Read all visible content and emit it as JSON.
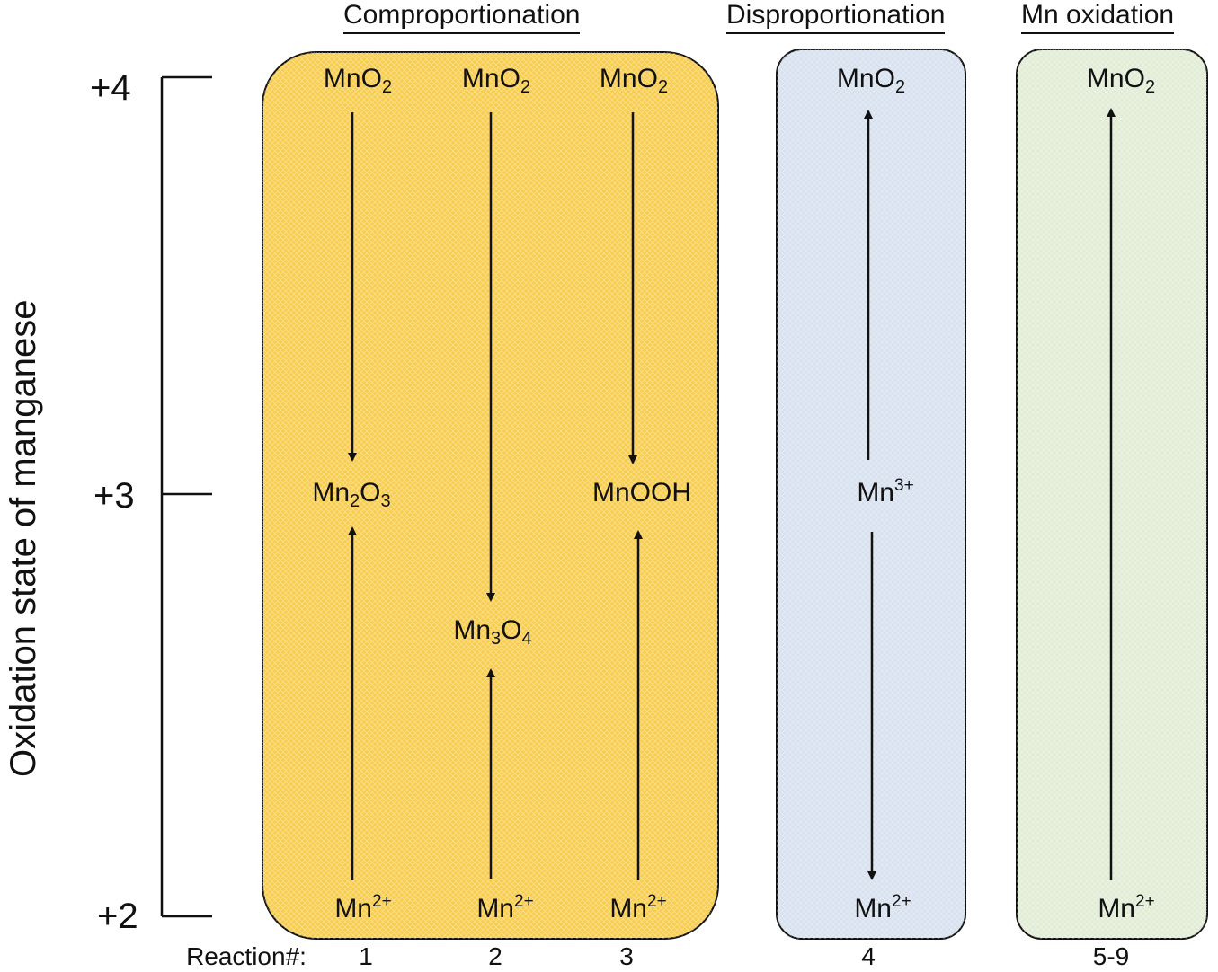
{
  "headings": {
    "comproportionation": "Comproportionation",
    "disproportionation": "Disproportionation",
    "mn_oxidation": "Mn oxidation"
  },
  "axis": {
    "title": "Oxidation state of manganese",
    "ticks": [
      "+4",
      "+3",
      "+2"
    ]
  },
  "reaction_label": "Reaction#:",
  "reactions": [
    "1",
    "2",
    "3",
    "4",
    "5-9"
  ],
  "species": {
    "mno2_base": "MnO",
    "mno2_sub": "2",
    "mn_base": "Mn",
    "mn2_sup": "2+",
    "mn3_sup": "3+",
    "mn2o3_a": "Mn",
    "mn2o3_sub1": "2",
    "mn2o3_b": "O",
    "mn2o3_sub2": "3",
    "mn3o4_a": "Mn",
    "mn3o4_sub1": "3",
    "mn3o4_b": "O",
    "mn3o4_sub2": "4",
    "mnooh": "MnOOH"
  },
  "colors": {
    "comproportionation_fill": "#f7cd4f",
    "disproportionation_fill": "#d7e1ef",
    "mn_oxidation_fill": "#e1ecd6",
    "stroke": "#111111"
  }
}
